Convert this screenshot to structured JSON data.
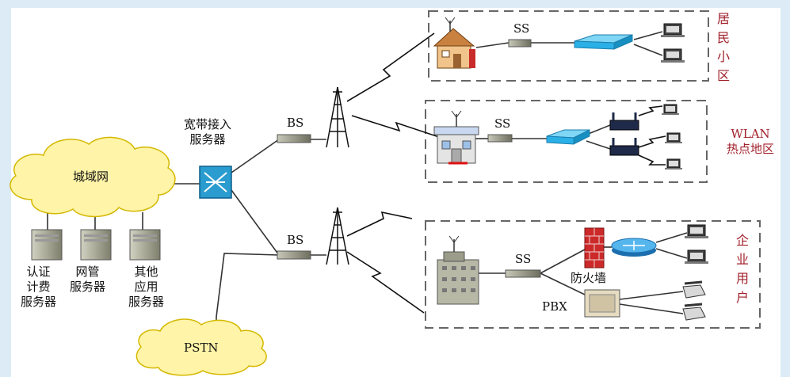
{
  "cloud_metro": "城域网",
  "cloud_pstn": "PSTN",
  "broadband_server": "宽带接入\n服务器",
  "bs_top": "BS",
  "bs_bottom": "BS",
  "ss_residential": "SS",
  "ss_wlan": "SS",
  "ss_enterprise": "SS",
  "server_auth": "认证\n计费\n服务器",
  "server_mgmt": "网管\n服务器",
  "server_other": "其他\n应用\n服务器",
  "firewall": "防火墙",
  "pbx": "PBX",
  "region_residential": "居民小区",
  "region_wlan": "WLAN\n热点地区",
  "region_enterprise": "企业用户",
  "colors": {
    "cloud": "#fff4a8",
    "cloud_stroke": "#d4b800",
    "region_label": "#a0202a",
    "switch": "#2ab0e6",
    "firewall": "#cc2a2a",
    "router": "#3a9ee0"
  }
}
